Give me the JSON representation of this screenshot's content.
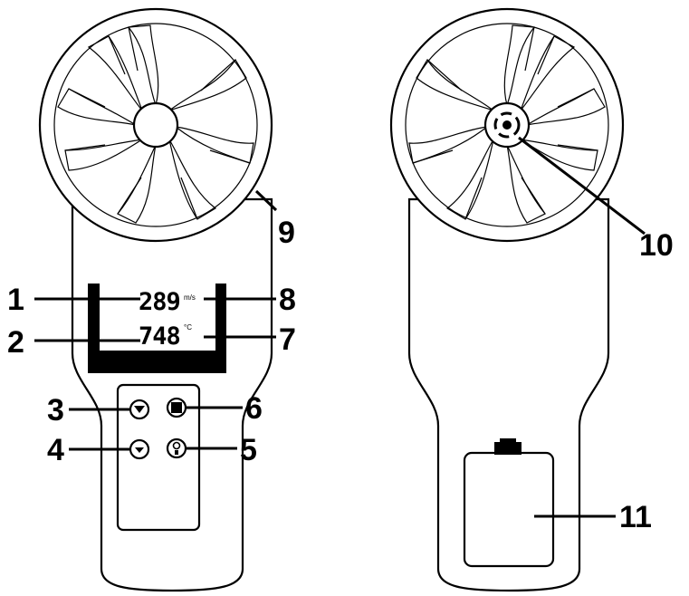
{
  "callouts": {
    "c1": "1",
    "c2": "2",
    "c3": "3",
    "c4": "4",
    "c5": "5",
    "c6": "6",
    "c7": "7",
    "c8": "8",
    "c9": "9",
    "c10": "10",
    "c11": "11"
  },
  "display": {
    "line1": "289",
    "line2": "748"
  },
  "colors": {
    "ink": "#000000",
    "background": "#ffffff"
  },
  "icons": {
    "btn3": "wind-speed-unit-icon",
    "btn6": "hold-icon",
    "btn4": "down-arrow-icon",
    "btn5": "power-light-icon"
  }
}
